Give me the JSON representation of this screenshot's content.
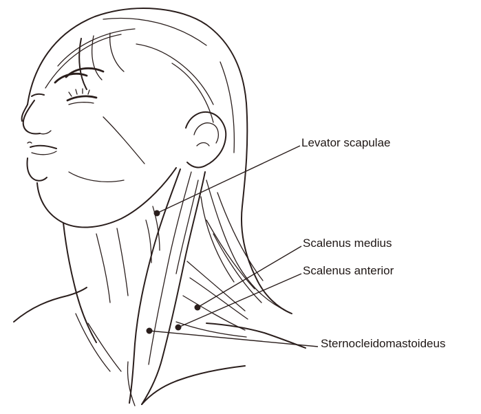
{
  "labels": {
    "levator_scapulae": "Levator scapulae",
    "scalenus_medius": "Scalenus medius",
    "scalenus_anterior": "Scalenus anterior",
    "sternocleidomastoideus": "Sternocleidomastoideus"
  },
  "colors": {
    "ink": "#2a1e1c",
    "background": "#ffffff"
  }
}
